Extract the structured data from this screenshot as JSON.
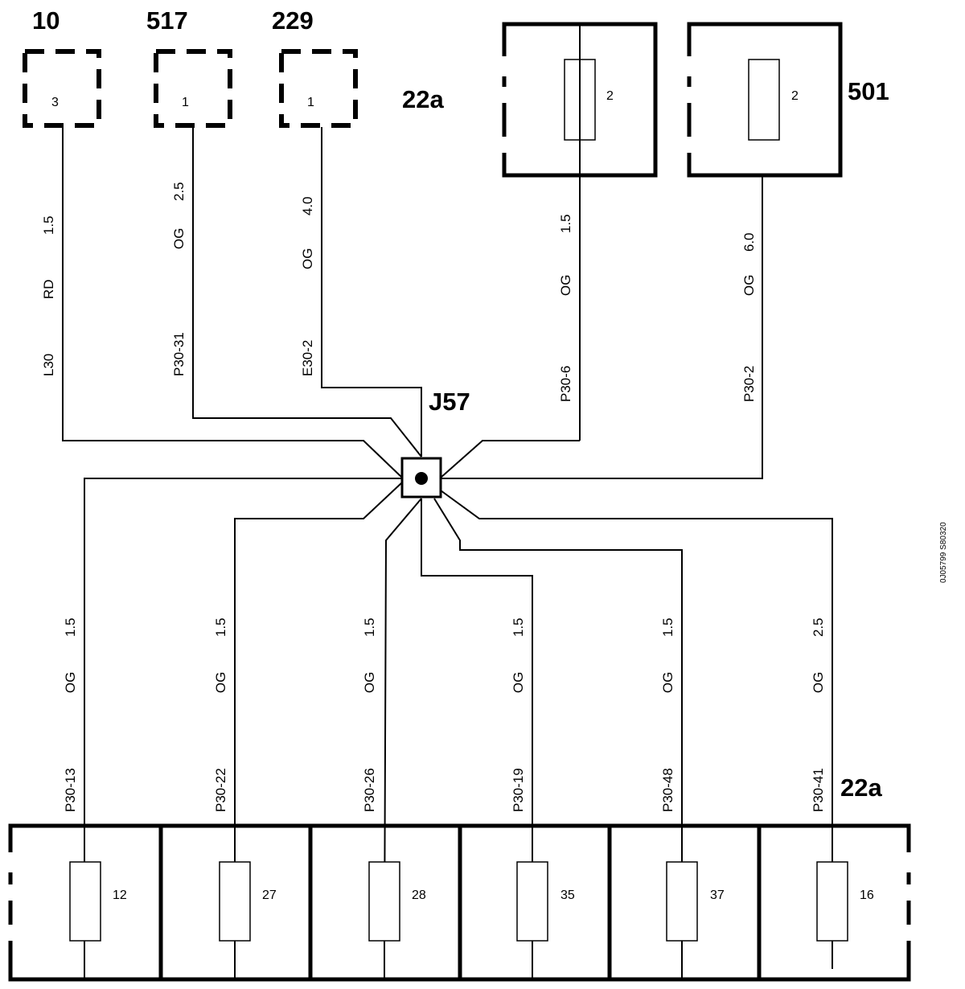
{
  "components": {
    "c10": {
      "label": "10",
      "pin": "3"
    },
    "c517": {
      "label": "517",
      "pin": "1"
    },
    "c229": {
      "label": "229",
      "pin": "1"
    },
    "ref_top": "22a",
    "fuse_top_a": {
      "pin": "2"
    },
    "fuse_top_b": {
      "pin": "2"
    },
    "c501": {
      "label": "501"
    },
    "junction": "J57",
    "ref_bottom": "22a",
    "side_code": "0J05799 S80320"
  },
  "wires": [
    {
      "color": "RD",
      "size": "1.5",
      "circuit": "L30"
    },
    {
      "color": "OG",
      "size": "2.5",
      "circuit": "P30-31"
    },
    {
      "color": "OG",
      "size": "4.0",
      "circuit": "E30-2"
    },
    {
      "color": "OG",
      "size": "1.5",
      "circuit": "P30-6"
    },
    {
      "color": "OG",
      "size": "6.0",
      "circuit": "P30-2"
    },
    {
      "color": "OG",
      "size": "1.5",
      "circuit": "P30-13"
    },
    {
      "color": "OG",
      "size": "1.5",
      "circuit": "P30-22"
    },
    {
      "color": "OG",
      "size": "1.5",
      "circuit": "P30-26"
    },
    {
      "color": "OG",
      "size": "1.5",
      "circuit": "P30-19"
    },
    {
      "color": "OG",
      "size": "1.5",
      "circuit": "P30-48"
    },
    {
      "color": "OG",
      "size": "2.5",
      "circuit": "P30-41"
    }
  ],
  "bottom_fuses": [
    "12",
    "27",
    "28",
    "35",
    "37",
    "16"
  ]
}
